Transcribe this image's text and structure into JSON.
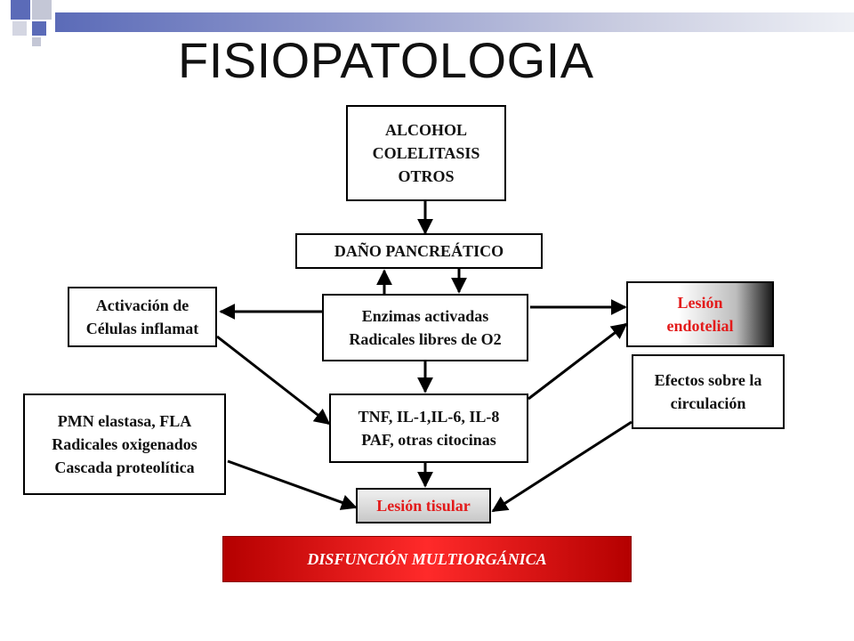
{
  "title": "FISIOPATOLOGIA",
  "colors": {
    "accent_red": "#e31b1b",
    "deco_blue": "#5b6bb8",
    "deco_gray": "#c4c7d6",
    "bar_gradient_dark": "#5b6bb8",
    "bar_gradient_light": "#e4e6ee"
  },
  "nodes": {
    "causes": {
      "lines": [
        "ALCOHOL",
        "COLELITASIS",
        "OTROS"
      ]
    },
    "dano": {
      "lines": [
        "DAÑO PANCREÁTICO"
      ]
    },
    "enzimas": {
      "lines": [
        "Enzimas activadas",
        "Radicales libres de O2"
      ]
    },
    "activacion": {
      "lines": [
        "Activación de",
        "Células inflamat"
      ]
    },
    "lesion_endotelial": {
      "lines": [
        "Lesión",
        "endotelial"
      ]
    },
    "efectos": {
      "lines": [
        "Efectos sobre la",
        "circulación"
      ]
    },
    "pmn": {
      "lines": [
        "PMN elastasa, FLA",
        "Radicales oxigenados",
        "Cascada proteolítica"
      ]
    },
    "tnf": {
      "lines": [
        "TNF, IL-1,IL-6, IL-8",
        "PAF, otras citocinas"
      ]
    },
    "lesion_tisular": {
      "lines": [
        "Lesión tisular"
      ]
    },
    "disfuncion": {
      "lines": [
        "DISFUNCIÓN MULTIORGÁNICA"
      ]
    }
  }
}
